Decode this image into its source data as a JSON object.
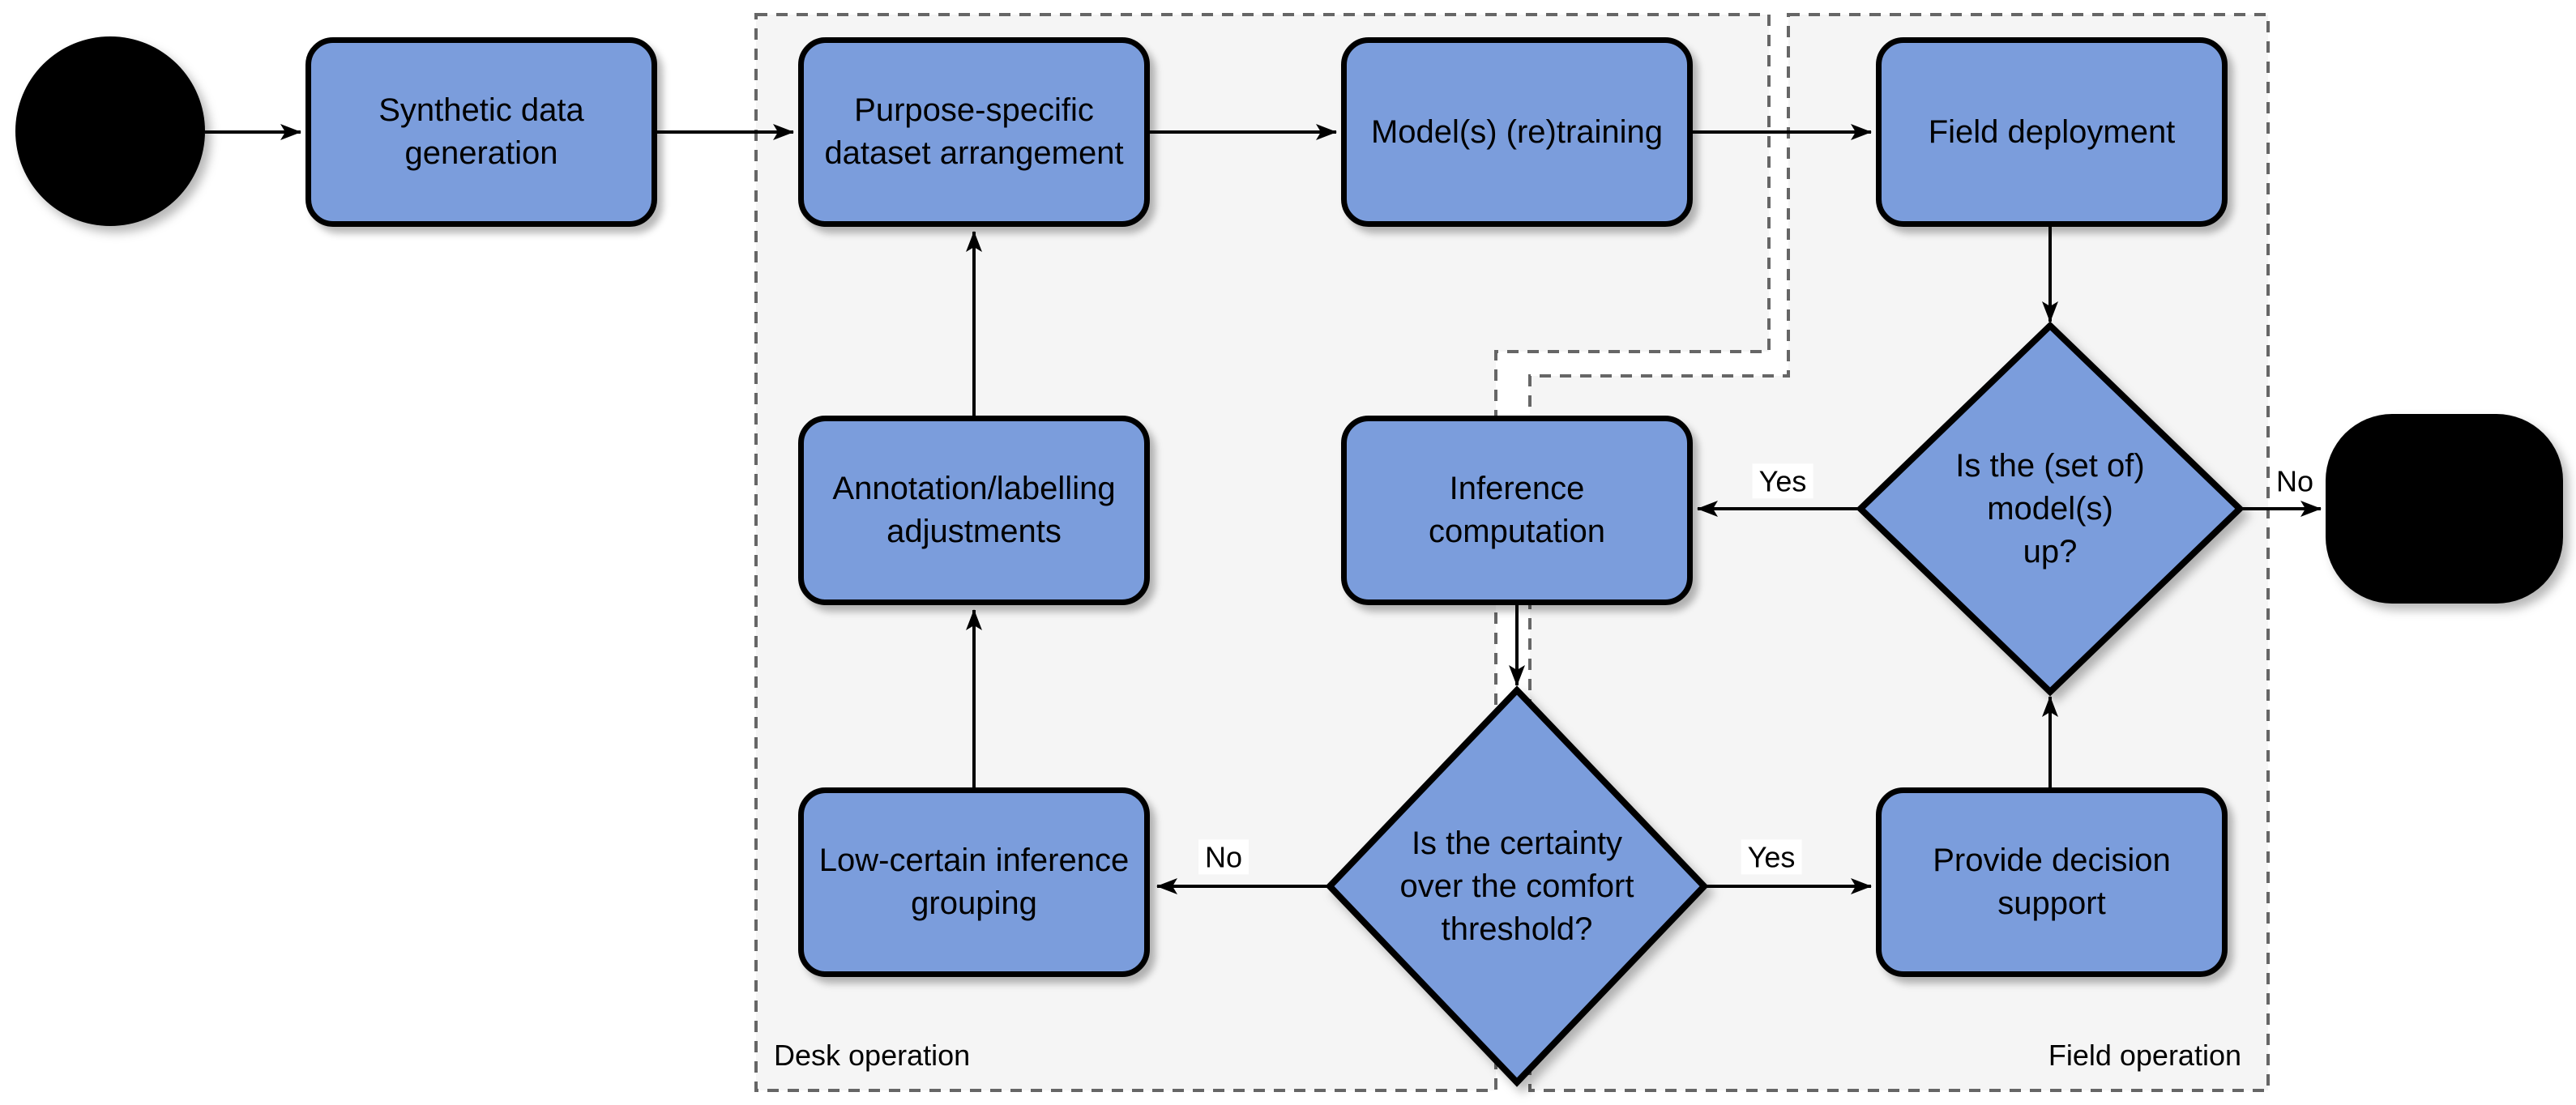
{
  "colors": {
    "background": "#ffffff",
    "node_fill": "#7b9ddc",
    "node_stroke": "#000000",
    "region_fill": "#f5f5f5",
    "region_stroke": "#666666",
    "edge_color": "#000000",
    "terminator_fill": "#000000",
    "label_text": "#000000"
  },
  "regions": {
    "desk": {
      "label": "Desk operation"
    },
    "field": {
      "label": "Field operation"
    }
  },
  "nodes": {
    "synthetic": {
      "label": "Synthetic data\ngeneration"
    },
    "purpose": {
      "label": "Purpose-specific\ndataset arrangement"
    },
    "retraining": {
      "label": "Model(s) (re)training"
    },
    "deployment": {
      "label": "Field deployment"
    },
    "annotation": {
      "label": "Annotation/labelling\nadjustments"
    },
    "inference": {
      "label": "Inference\ncomputation"
    },
    "low_certain": {
      "label": "Low-certain inference\ngrouping"
    },
    "decision_support": {
      "label": "Provide decision\nsupport"
    },
    "model_up": {
      "label": "Is the (set of)\nmodel(s)\nup?"
    },
    "certainty": {
      "label": "Is the certainty\nover the comfort\nthreshold?"
    }
  },
  "edge_labels": {
    "model_up_yes": "Yes",
    "model_up_no": "No",
    "certainty_yes": "Yes",
    "certainty_no": "No"
  }
}
